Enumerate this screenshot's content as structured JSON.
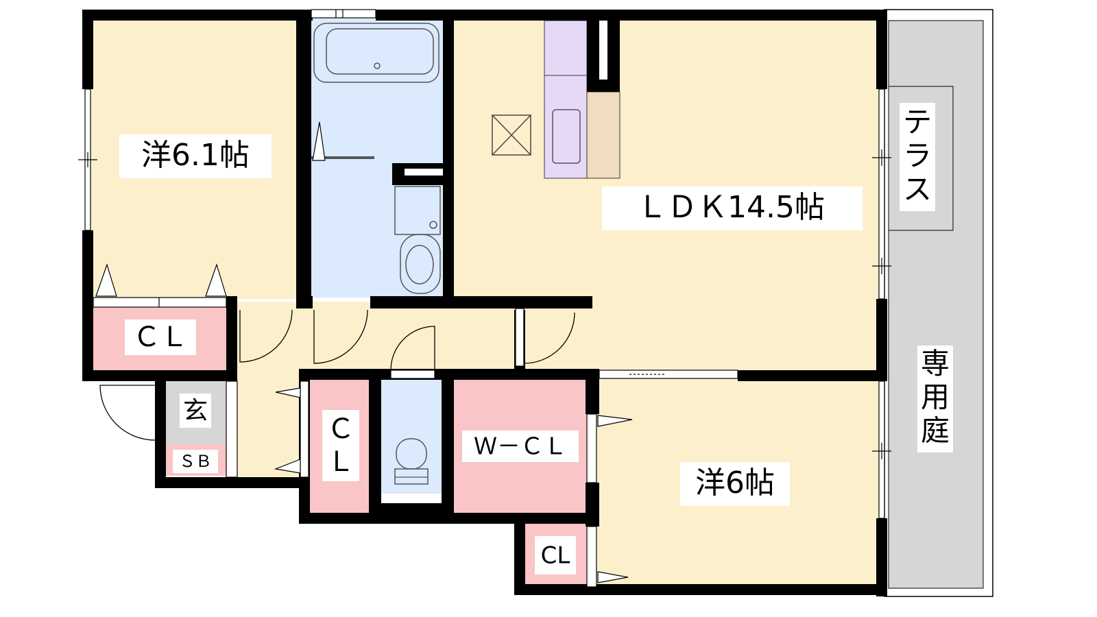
{
  "colors": {
    "room": "#fcf0cc",
    "bath": "#dbeafd",
    "closet": "#f9c5c6",
    "entrance": "#d6d6d6",
    "kitchen": "#e6d9f7",
    "counter": "#f1dcc0",
    "terrace": "#d6d6d6",
    "wall": "#000000"
  },
  "rooms": {
    "western_a": "洋6.1帖",
    "ldk": "ＬＤＫ14.5帖",
    "western_b": "洋6帖",
    "closet_a": "ＣＬ",
    "closet_b_top": "Ｃ",
    "closet_b_bottom": "Ｌ",
    "walk_in_closet": "Ｗ－ＣＬ",
    "closet_c": "CL",
    "entrance": "玄",
    "shoe_box": "ＳＢ",
    "terrace_chars": [
      "テ",
      "ラ",
      "ス"
    ],
    "garden_chars": [
      "専",
      "用",
      "庭"
    ]
  },
  "icons": [
    "bathtub-icon",
    "toilet-icon",
    "washbasin-icon",
    "refrigerator-space-icon",
    "sink-icon"
  ]
}
